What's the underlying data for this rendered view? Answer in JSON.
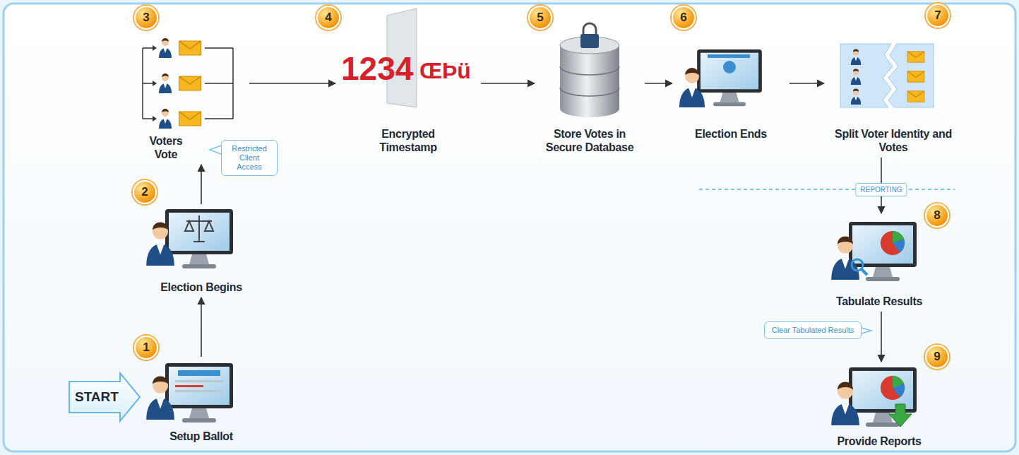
{
  "diagram": {
    "nodes": [
      {
        "text": [
          "Setup Ballot"
        ]
      },
      {
        "text": [
          "Election Begins"
        ]
      },
      {
        "text": [
          "Voters Vote"
        ]
      },
      {
        "text": [
          "Encrypted Timestamp"
        ]
      },
      {
        "text": [
          "Store Votes in Secure Database"
        ]
      },
      {
        "text": [
          "Election Ends"
        ]
      },
      {
        "text": [
          "Split Voter Identity and Votes"
        ]
      },
      {
        "text": [
          "Tabulate Results"
        ]
      },
      {
        "text": [
          "Provide Reports"
        ]
      }
    ],
    "edges": [
      {
        "from": 0,
        "to": 1,
        "arrow": "to"
      },
      {
        "from": 1,
        "to": 2,
        "arrow": "to"
      },
      {
        "from": 2,
        "to": 3,
        "arrow": "to"
      },
      {
        "from": 3,
        "to": 4,
        "arrow": "to"
      },
      {
        "from": 4,
        "to": 5,
        "arrow": "to"
      },
      {
        "from": 5,
        "to": 6,
        "arrow": "to"
      },
      {
        "from": 6,
        "to": 7,
        "arrow": "to"
      },
      {
        "from": 7,
        "to": 8,
        "arrow": "to"
      }
    ],
    "labels": [
      "START",
      "1",
      "2",
      "3",
      "4",
      "5",
      "6",
      "7",
      "8",
      "9",
      "Restricted Client Access",
      "1234",
      "ŒÞü",
      "REPORTING",
      "Clear Tabulated Results"
    ]
  }
}
